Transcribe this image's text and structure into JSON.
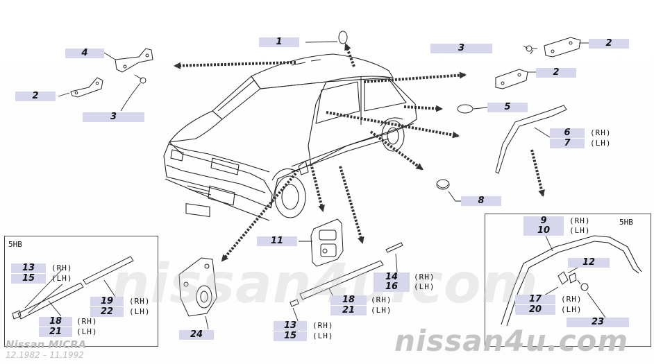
{
  "watermark": {
    "site": "nissan4u.com",
    "model": "Nissan MICRA",
    "years": "12.1982 – 11.1992"
  },
  "inset_labels": {
    "left": "5HB",
    "right": "5HB"
  },
  "callouts": [
    {
      "id": "c1",
      "num": "1",
      "side": ""
    },
    {
      "id": "c2a",
      "num": "2",
      "side": ""
    },
    {
      "id": "c2b",
      "num": "2",
      "side": ""
    },
    {
      "id": "c2c",
      "num": "2",
      "side": ""
    },
    {
      "id": "c3a",
      "num": "3",
      "side": ""
    },
    {
      "id": "c3b",
      "num": "3",
      "side": ""
    },
    {
      "id": "c4",
      "num": "4",
      "side": ""
    },
    {
      "id": "c5",
      "num": "5",
      "side": ""
    },
    {
      "id": "c6",
      "num": "6",
      "side": "(RH)"
    },
    {
      "id": "c7",
      "num": "7",
      "side": "(LH)"
    },
    {
      "id": "c8",
      "num": "8",
      "side": ""
    },
    {
      "id": "c9",
      "num": "9",
      "side": "(RH)"
    },
    {
      "id": "c10",
      "num": "10",
      "side": "(LH)"
    },
    {
      "id": "c11",
      "num": "11",
      "side": ""
    },
    {
      "id": "c12",
      "num": "12",
      "side": ""
    },
    {
      "id": "c13a",
      "num": "13",
      "side": "(RH)"
    },
    {
      "id": "c15a",
      "num": "15",
      "side": "(LH)"
    },
    {
      "id": "c14",
      "num": "14",
      "side": "(RH)"
    },
    {
      "id": "c16",
      "num": "16",
      "side": "(LH)"
    },
    {
      "id": "c17",
      "num": "17",
      "side": "(RH)"
    },
    {
      "id": "c20",
      "num": "20",
      "side": "(LH)"
    },
    {
      "id": "c18a",
      "num": "18",
      "side": "(RH)"
    },
    {
      "id": "c21a",
      "num": "21",
      "side": "(LH)"
    },
    {
      "id": "c18b",
      "num": "18",
      "side": "(RH)"
    },
    {
      "id": "c21b",
      "num": "21",
      "side": "(LH)"
    },
    {
      "id": "c19",
      "num": "19",
      "side": "(RH)"
    },
    {
      "id": "c22",
      "num": "22",
      "side": "(LH)"
    },
    {
      "id": "c23",
      "num": "23",
      "side": ""
    },
    {
      "id": "c24",
      "num": "24",
      "side": ""
    },
    {
      "id": "c13b",
      "num": "13",
      "side": "(RH)"
    },
    {
      "id": "c15b",
      "num": "15",
      "side": "(LH)"
    }
  ]
}
